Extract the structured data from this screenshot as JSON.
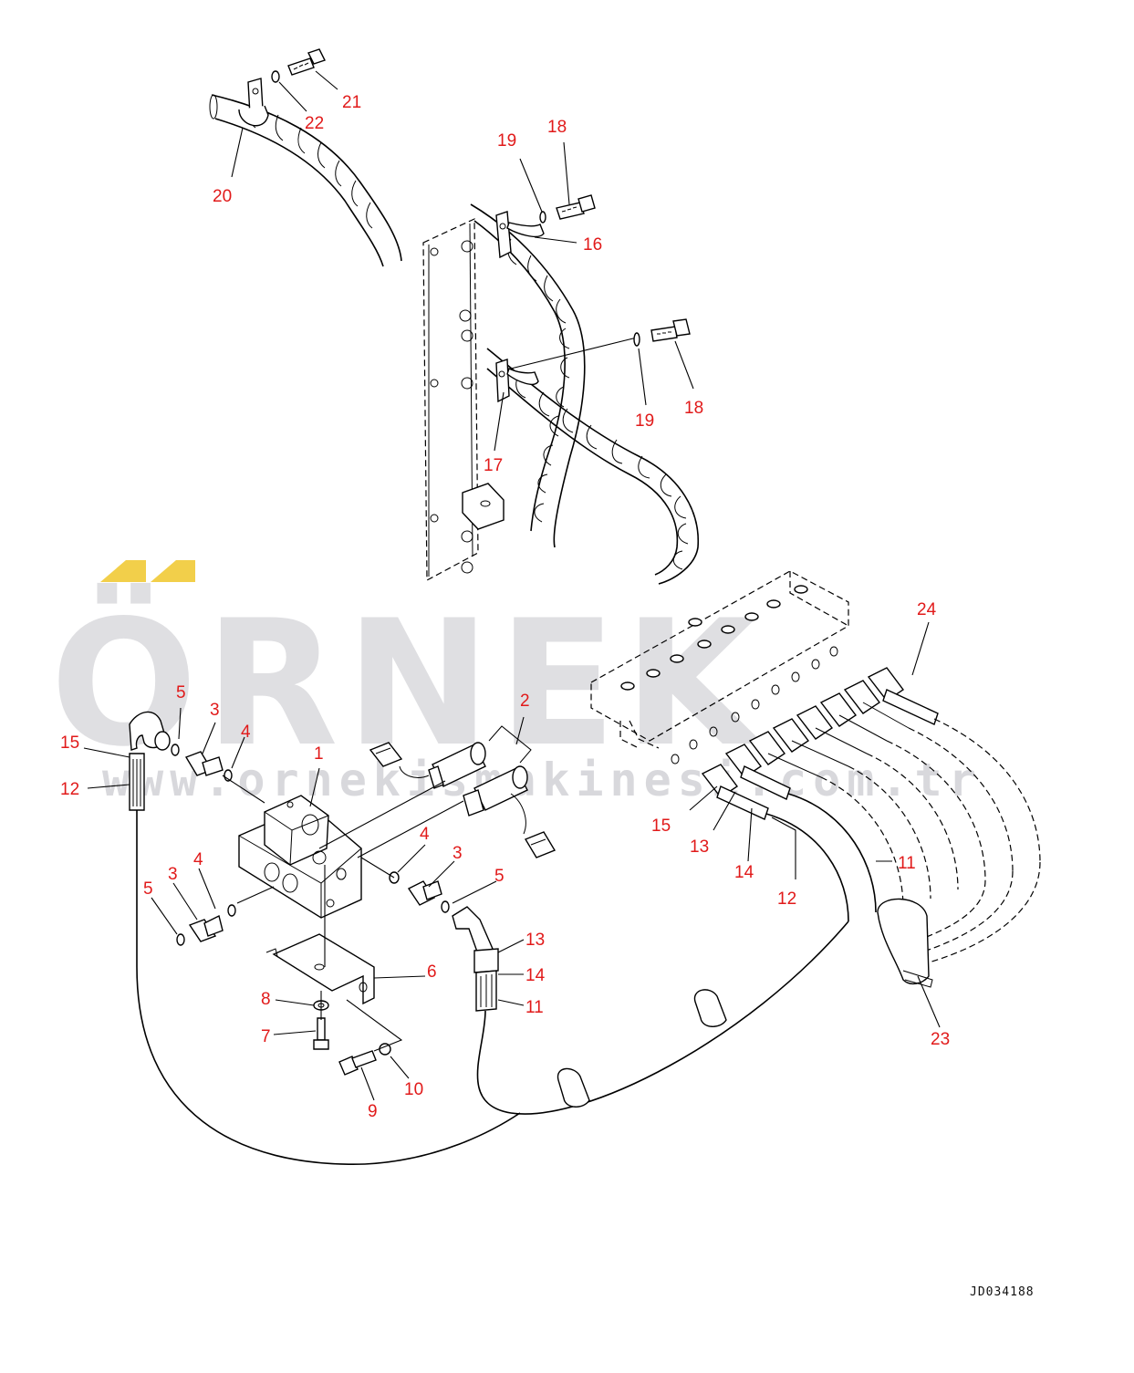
{
  "watermark": {
    "brand": "ÖRNEK",
    "url": "www.ornekismakinesi.com.tr",
    "accent_color": "#f2cf4a",
    "text_color": "#d9d9dc"
  },
  "drawing_code": "JD034188",
  "callout_color": "#e11a1a",
  "callouts": [
    {
      "id": "c21",
      "label": "21"
    },
    {
      "id": "c22",
      "label": "22"
    },
    {
      "id": "c20",
      "label": "20"
    },
    {
      "id": "c18a",
      "label": "18"
    },
    {
      "id": "c19a",
      "label": "19"
    },
    {
      "id": "c16",
      "label": "16"
    },
    {
      "id": "c18b",
      "label": "18"
    },
    {
      "id": "c19b",
      "label": "19"
    },
    {
      "id": "c17",
      "label": "17"
    },
    {
      "id": "c24",
      "label": "24"
    },
    {
      "id": "c2",
      "label": "2"
    },
    {
      "id": "c5a",
      "label": "5"
    },
    {
      "id": "c3a",
      "label": "3"
    },
    {
      "id": "c4a",
      "label": "4"
    },
    {
      "id": "c15a",
      "label": "15"
    },
    {
      "id": "c12a",
      "label": "12"
    },
    {
      "id": "c1",
      "label": "1"
    },
    {
      "id": "c15b",
      "label": "15"
    },
    {
      "id": "c13a",
      "label": "13"
    },
    {
      "id": "c14a",
      "label": "14"
    },
    {
      "id": "c12b",
      "label": "12"
    },
    {
      "id": "c11a",
      "label": "11"
    },
    {
      "id": "c4b",
      "label": "4"
    },
    {
      "id": "c3b",
      "label": "3"
    },
    {
      "id": "c4c",
      "label": "4"
    },
    {
      "id": "c3c",
      "label": "3"
    },
    {
      "id": "c5b",
      "label": "5"
    },
    {
      "id": "c5c",
      "label": "5"
    },
    {
      "id": "c13b",
      "label": "13"
    },
    {
      "id": "c14b",
      "label": "14"
    },
    {
      "id": "c11b",
      "label": "11"
    },
    {
      "id": "c6",
      "label": "6"
    },
    {
      "id": "c8",
      "label": "8"
    },
    {
      "id": "c7",
      "label": "7"
    },
    {
      "id": "c10",
      "label": "10"
    },
    {
      "id": "c9",
      "label": "9"
    },
    {
      "id": "c23",
      "label": "23"
    }
  ]
}
